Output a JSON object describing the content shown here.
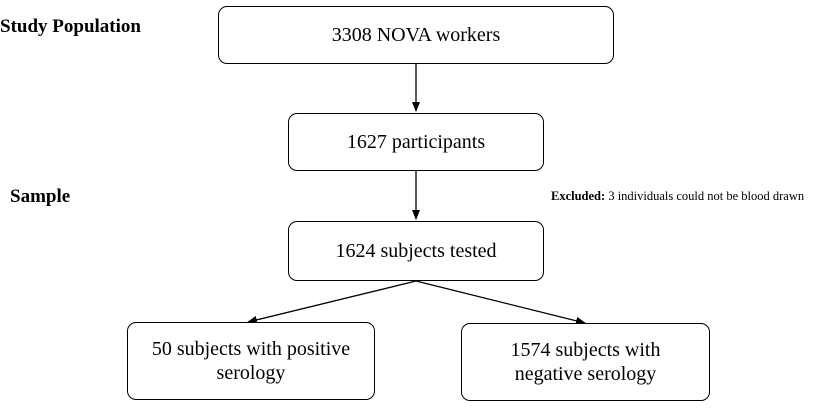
{
  "labels": {
    "study_population": "Study Population",
    "sample": "Sample"
  },
  "boxes": {
    "workers": "3308 NOVA workers",
    "participants": "1627 participants",
    "tested": "1624 subjects tested",
    "positive_line1": "50 subjects with positive",
    "positive_line2": "serology",
    "negative_line1": "1574 subjects with",
    "negative_line2": "negative serology"
  },
  "excluded": {
    "prefix": "Excluded:",
    "text": " 3 individuals could not be blood drawn"
  },
  "colors": {
    "stroke": "#000000"
  }
}
